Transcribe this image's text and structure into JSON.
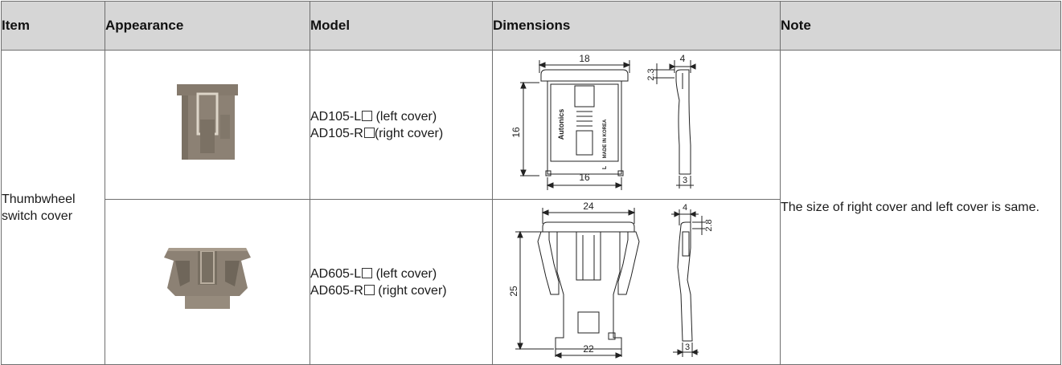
{
  "table": {
    "headers": [
      "Item",
      "Appearance",
      "Model",
      "Dimensions",
      "Note"
    ],
    "item_label_line1": "Thumbwheel",
    "item_label_line2": "switch cover",
    "note": "The size of right cover and left cover is same.",
    "rows": [
      {
        "model_left": "AD105-L",
        "model_left_suffix": " (left cover)",
        "model_right": "AD105-R",
        "model_right_suffix": "(right cover)",
        "dims": {
          "width_top": "18",
          "width_bottom": "16",
          "height": "16",
          "depth": "4",
          "top_thickness": "2.3",
          "bottom_thickness": "3"
        },
        "drawing_text": {
          "brand": "Autonics",
          "origin": "MADE IN KOREA",
          "side_letter": "L"
        }
      },
      {
        "model_left": "AD605-L",
        "model_left_suffix": " (left cover)",
        "model_right": "AD605-R",
        "model_right_suffix": " (right cover)",
        "dims": {
          "width_top": "24",
          "width_bottom": "22",
          "height": "25",
          "depth": "4",
          "top_thickness": "2.8",
          "bottom_thickness": "3"
        }
      }
    ]
  },
  "colors": {
    "header_bg": "#d6d6d6",
    "border": "#6f6f6f",
    "cover_plastic": "#8a7f72"
  },
  "icons": {
    "placeholder_square": "white-square-box"
  }
}
